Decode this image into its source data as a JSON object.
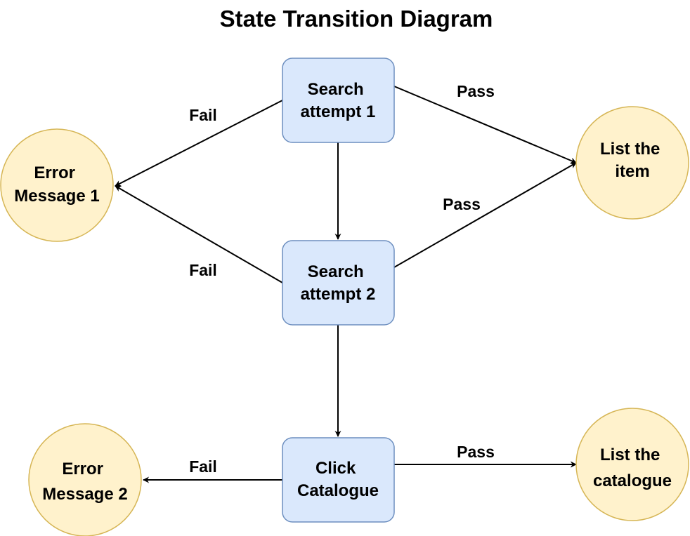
{
  "diagram": {
    "title": "State Transition Diagram",
    "colors": {
      "process_fill": "#dae8fc",
      "process_stroke": "#6c8ebf",
      "terminal_fill": "#fff2cc",
      "terminal_stroke": "#d6b656",
      "edge": "#000000"
    },
    "nodes": {
      "search1": {
        "shape": "rounded-rect",
        "lines": [
          "Search",
          "attempt 1"
        ]
      },
      "search2": {
        "shape": "rounded-rect",
        "lines": [
          "Search",
          "attempt 2"
        ]
      },
      "catalogue": {
        "shape": "rounded-rect",
        "lines": [
          "Click",
          "Catalogue"
        ]
      },
      "error1": {
        "shape": "circle",
        "lines": [
          "Error",
          "Message 1"
        ]
      },
      "error2": {
        "shape": "circle",
        "lines": [
          "Error",
          "Message 2"
        ]
      },
      "list_item": {
        "shape": "circle",
        "lines": [
          "List the",
          "item"
        ]
      },
      "list_catalogue": {
        "shape": "circle",
        "lines": [
          "List the",
          "catalogue"
        ]
      }
    },
    "edges": {
      "s1_fail": {
        "from": "search1",
        "to": "error1",
        "label": "Fail"
      },
      "s1_pass": {
        "from": "search1",
        "to": "list_item",
        "label": "Pass"
      },
      "s1_next": {
        "from": "search1",
        "to": "search2",
        "label": ""
      },
      "s2_fail": {
        "from": "search2",
        "to": "error1",
        "label": "Fail"
      },
      "s2_pass": {
        "from": "search2",
        "to": "list_item",
        "label": "Pass"
      },
      "s2_next": {
        "from": "search2",
        "to": "catalogue",
        "label": ""
      },
      "cat_fail": {
        "from": "catalogue",
        "to": "error2",
        "label": "Fail"
      },
      "cat_pass": {
        "from": "catalogue",
        "to": "list_catalogue",
        "label": "Pass"
      }
    }
  }
}
